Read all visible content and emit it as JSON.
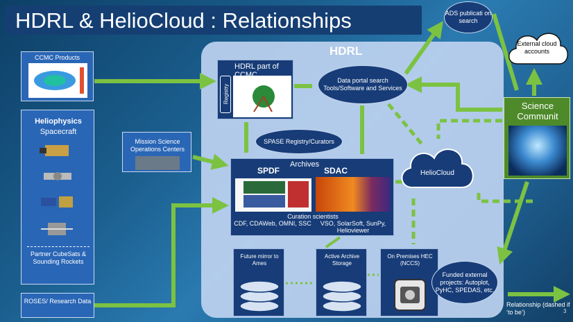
{
  "title": "HDRL & HelioCloud : Relationships",
  "hdrl_label": "HDRL",
  "ccmc_products": "CCMC Products",
  "heliophysics": {
    "title": "Heliophysics",
    "subtitle": "Spacecraft",
    "partner": "Partner CubeSats & Sounding Rockets"
  },
  "roses": "ROSES/ Research Data",
  "mission_ops": "Mission Science Operations Centers",
  "hdrl_ccmc": "HDRL part of CCMC",
  "registry": "Registry",
  "portal": "Data portal search Tools/Software and Services",
  "spase": "SPASE Registry/Curators",
  "archives": {
    "label": "Archives",
    "spdf": "SPDF",
    "sdac": "SDAC",
    "curation": "Curation scientists",
    "spdf_list": "CDF, CDAWeb, OMNI, SSC",
    "sdac_list": "VSO, SolarSoft, SunPy, Helioviewer"
  },
  "future_mirror": "Future mirror to Ames",
  "active_archive": "Active Archive Storage",
  "on_premises": "On Premises HEC (NCCS)",
  "heliocloud": "HelioCloud",
  "science_community": "Science Communit",
  "ads": "ADS publicati on search",
  "external_cloud": "External cloud accounts",
  "funded": "Funded external projects: Autoplot, PyHC, SPEDAS, etc.",
  "relationship": "Relationship (dashed if ‘to be’)",
  "page_number": "3",
  "colors": {
    "arrow": "#7cc242",
    "navy": "#173c78",
    "hdrl_bg": "#bed2f0",
    "science": "#4e8a2a"
  }
}
